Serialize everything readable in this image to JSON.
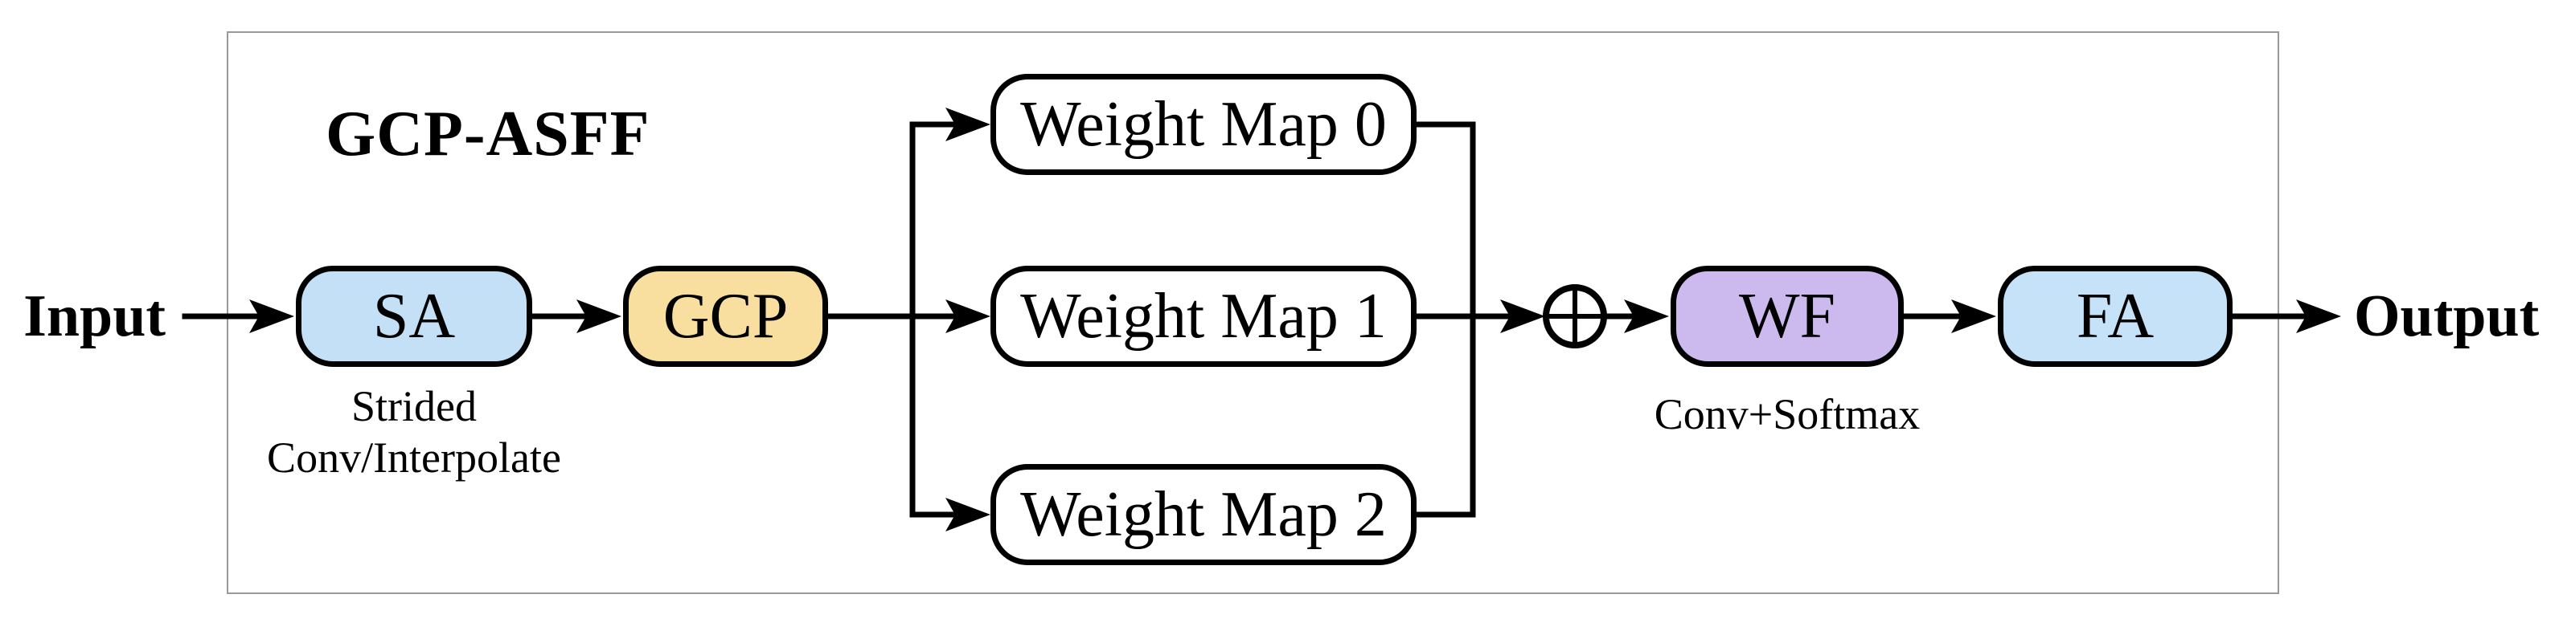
{
  "title": "GCP-ASFF",
  "io": {
    "input_label": "Input",
    "output_label": "Output"
  },
  "nodes": {
    "sa": {
      "label": "SA",
      "sublabel_line1": "Strided",
      "sublabel_line2": "Conv/Interpolate"
    },
    "gcp": {
      "label": "GCP"
    },
    "weight_maps": [
      {
        "label": "Weight Map 0"
      },
      {
        "label": "Weight Map 1"
      },
      {
        "label": "Weight Map 2"
      }
    ],
    "wf": {
      "label": "WF",
      "sublabel": "Conv+Softmax"
    },
    "fa": {
      "label": "FA"
    }
  },
  "icons": {
    "merge": "circled-plus"
  },
  "colors": {
    "sa_fill": "#c3e0f7",
    "gcp_fill": "#f8de9f",
    "weight_map_fill": "#ffffff",
    "wf_fill": "#ccb9ee",
    "fa_fill": "#c6e2f8",
    "frame_border": "#999999",
    "stroke": "#000000"
  }
}
